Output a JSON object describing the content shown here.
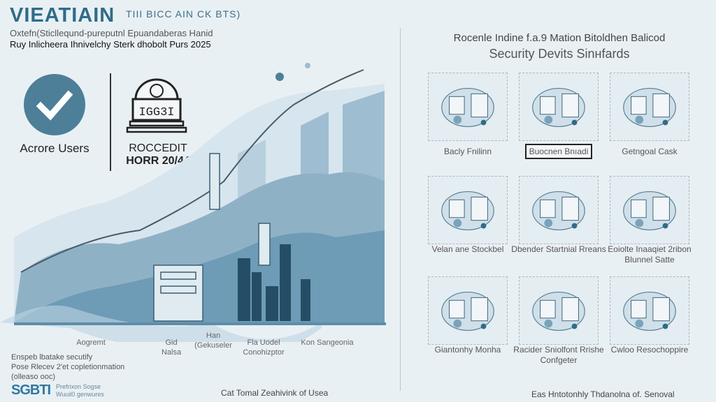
{
  "header": {
    "title": "VIEATIAIN",
    "title_side": "TIII BICC AIN CK BTS)",
    "subtitle": "Oxtefn(Sticlleqund-pureputnl Epuandaberas Hanid",
    "tagline": "Ruy Inlicheera Ihnivelchy Sterk dhobolt Purs 2025"
  },
  "badges": [
    {
      "icon": "check-circle-icon",
      "label": "Acrore Users"
    },
    {
      "icon": "monument-icon",
      "plaque": "IGG3I",
      "label_line1": "ROCCEDIT",
      "label_line2": "HORR 20/44"
    }
  ],
  "chart": {
    "labels": [
      "Aogremt",
      "Gid Nalsa",
      "Han (Gekuseler",
      "Fla Uodel Conohizptor",
      "Kon Sangeonia"
    ]
  },
  "bottom_left": {
    "note_line1": "Enspeb lbatake secutify",
    "note_line2": "Pose Rlecev 2'et copletionmation",
    "note_line3": "(olleaso ooc)",
    "logo_text": "SGBTI",
    "logo_caption1": "Prefrixon Sogse",
    "logo_caption2": "Wuuil0 genwures",
    "footer_center": "Cat Tomal Zeahivink of Usea"
  },
  "right": {
    "heading_line1": "Rocenle Indine f.a.9 Mation Bitoldhen Balicod",
    "heading_line2": "Security Devits Sinнfards",
    "tiles": [
      {
        "label": "Bacly Fnilinn"
      },
      {
        "label": "Buocnen Bnıadi",
        "selected": true
      },
      {
        "label": "Getngoal Cask"
      },
      {
        "label": "Velan ane Stockbel"
      },
      {
        "label": "Dbender Startnial Rreans"
      },
      {
        "label": "Eoiolte Inaaqiet 2ribon Blunnel Satte"
      },
      {
        "label": "Giantonhy Monha"
      },
      {
        "label": "Racider Sniolfont Rrishe Confgeter"
      },
      {
        "label": "Cwloo Resochoppire"
      }
    ],
    "footer": "Eas Hntotonhly Thdanolna of. Senoval"
  },
  "colors": {
    "accent": "#2f6c89",
    "check": "#4d7f99",
    "area_dark": "#6f9cb6",
    "area_light": "#c4d8e4"
  }
}
